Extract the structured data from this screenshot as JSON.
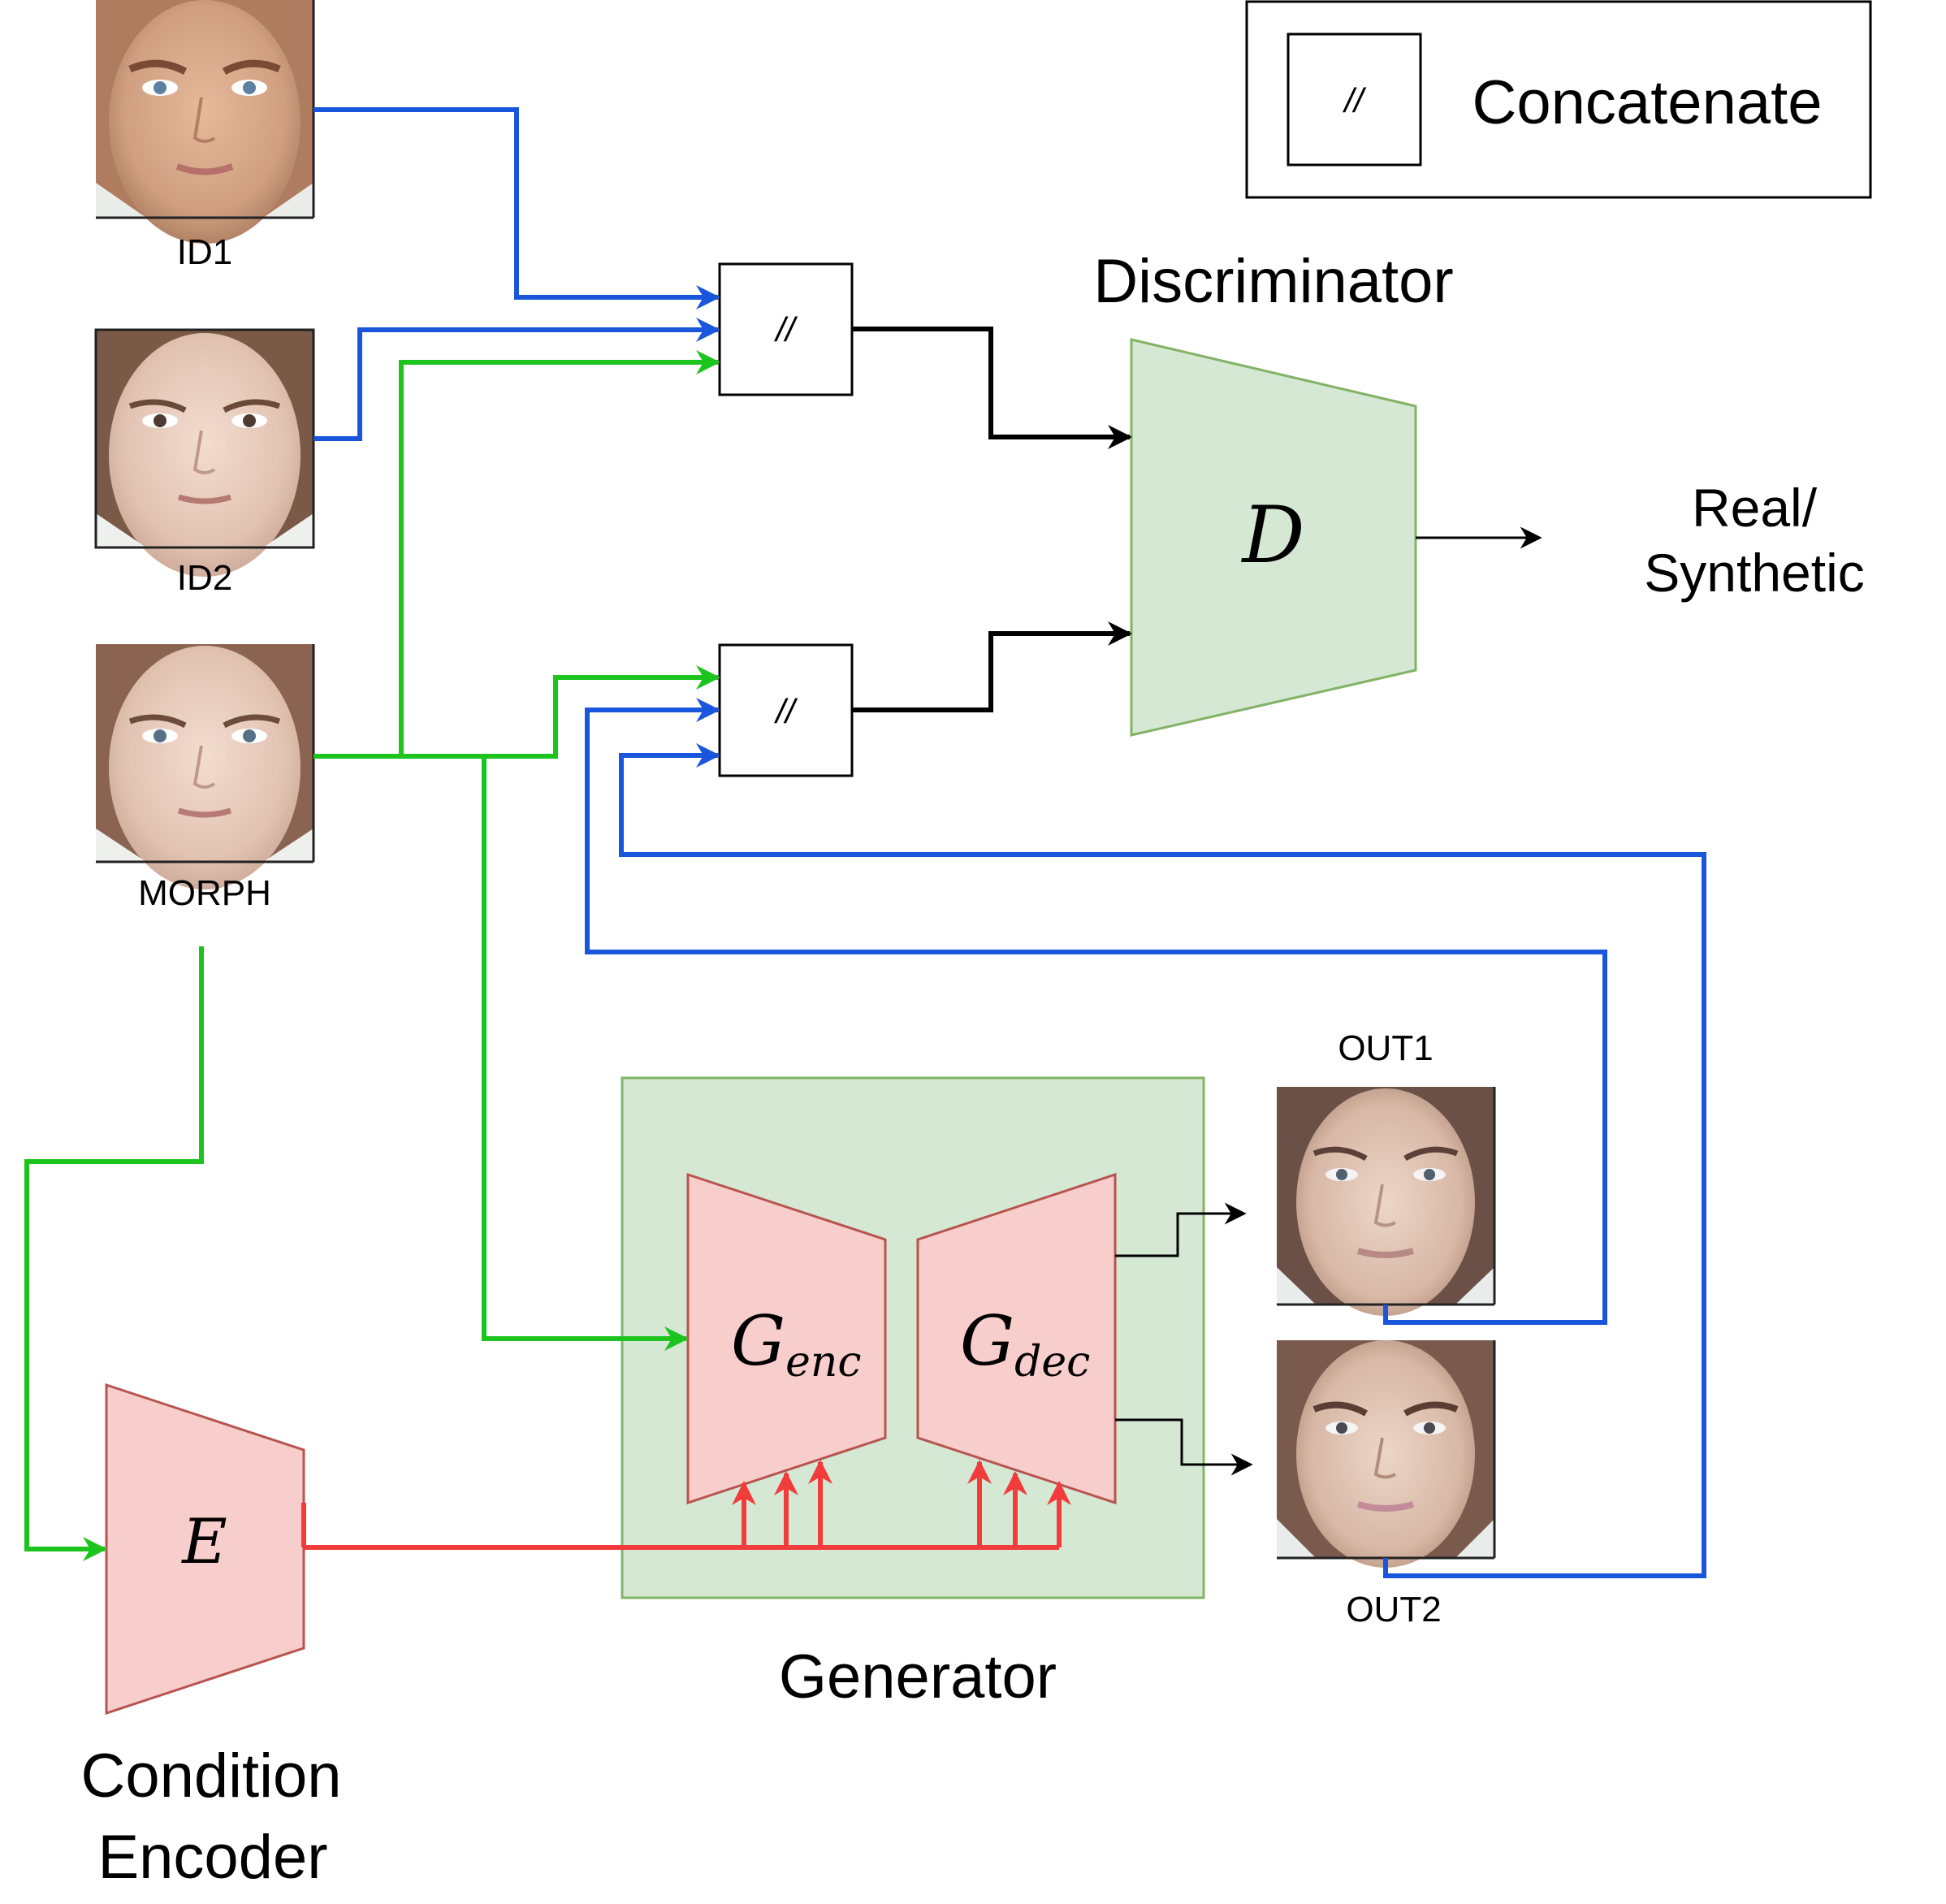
{
  "legend": {
    "symbol": "//",
    "label": "Concatenate"
  },
  "concat_symbol": "//",
  "labels": {
    "id1": "ID1",
    "id2": "ID2",
    "morph": "MORPH",
    "out1": "OUT1",
    "out2": "OUT2",
    "discriminator": "Discriminator",
    "generator": "Generator",
    "condition_encoder_line1": "Condition",
    "condition_encoder_line2": "Encoder",
    "output_line1": "Real/",
    "output_line2": "Synthetic"
  },
  "symbols": {
    "discriminator": "D",
    "encoder": "E",
    "generator_encoder": "G",
    "generator_encoder_sub": "enc",
    "generator_decoder": "G",
    "generator_decoder_sub": "dec"
  },
  "colors": {
    "blue": "#1a56db",
    "green": "#1ec41e",
    "red": "#f23b3b",
    "black": "#000000",
    "green_fill": "#d5e8d4",
    "green_stroke": "#82b366",
    "red_fill": "#f8cecc",
    "red_stroke": "#b85450"
  }
}
